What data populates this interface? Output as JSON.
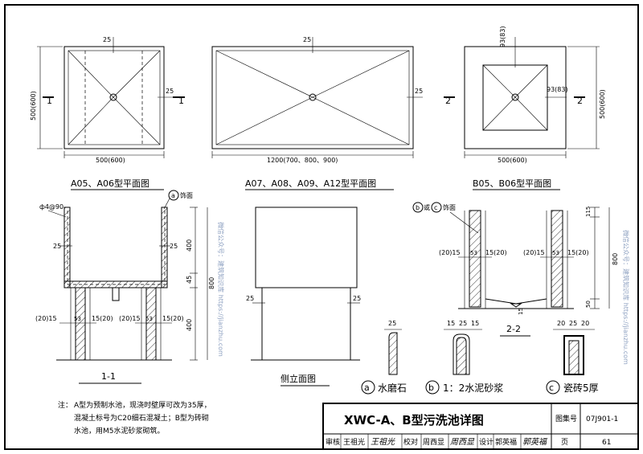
{
  "plans": {
    "a05": {
      "top_dim": "25",
      "right_dim": "25",
      "height_dim": "500(600)",
      "width_dim": "500(600)",
      "sec_left": "1",
      "sec_right": "1",
      "title": "A05、A06型平面图"
    },
    "a07": {
      "top_dim": "25",
      "right_dim": "25",
      "width_dim": "1200(700、800、900)",
      "title": "A07、A08、A09、A12型平面图"
    },
    "b05": {
      "top_dim": "93(83)",
      "right_dim": "93(83)",
      "height_dim": "500(600)",
      "width_dim": "500(600)",
      "sec_left": "2",
      "sec_right": "2",
      "title": "B05、B06型平面图"
    }
  },
  "section1": {
    "rebar": "ф4@90",
    "callout_letter": "a",
    "callout_text": "饰面",
    "wall_left": "25",
    "wall_right": "25",
    "dim_400_top": "400",
    "dim_45": "45",
    "dim_800": "800",
    "dim_400_bottom": "400",
    "leg_left_outer": "(20)15",
    "leg_left_53": "53",
    "leg_left_inner": "15(20)",
    "leg_right_outer": "(20)15",
    "leg_right_53": "53",
    "leg_right_inner": "15(20)",
    "title": "1-1"
  },
  "side": {
    "dim_left": "25",
    "dim_right": "25",
    "title": "侧立面图"
  },
  "section2": {
    "callout_b": "b",
    "callout_or": "或",
    "callout_c": "c",
    "callout_text": "饰面",
    "dim_115": "115",
    "dim_800": "800",
    "dim_50": "50",
    "dim_15": "15",
    "left_outer": "(20)15",
    "left_53": "53",
    "left_inner": "15(20)",
    "right_outer": "(20)15",
    "right_53": "53",
    "right_inner": "15(20)",
    "title": "2-2"
  },
  "details": {
    "a": {
      "letter": "a",
      "text": "水磨石",
      "dims": [
        "25"
      ]
    },
    "b": {
      "letter": "b",
      "text": "1：2水泥砂浆",
      "dims": [
        "15",
        "25",
        "15"
      ]
    },
    "c": {
      "letter": "c",
      "text": "瓷砖5厚",
      "dims": [
        "20",
        "25",
        "20"
      ]
    }
  },
  "note": {
    "label": "注：",
    "line1": "A型为预制水池，现浇时壁厚可改为35厚，",
    "line2": "混凝土标号为C20细石混凝土；B型为砖砌",
    "line3": "水池，用M5水泥砂浆砌筑。"
  },
  "titleblock": {
    "title": "XWC-A、B型污洗池详图",
    "atlas_label": "图集号",
    "atlas_value": "07J901-1",
    "review_label": "审核",
    "review_name": "王祖光",
    "review_sig": "王祖光",
    "check_label": "校对",
    "check_name": "周西显",
    "check_sig": "周西显",
    "design_label": "设计",
    "design_name": "郭英福",
    "design_sig": "郭英福",
    "page_label": "页",
    "page_value": "61"
  },
  "watermarks": [
    "微信公众号：建筑知识库 https://jianzhu.com",
    "微信公众号：建筑知识库 https://jianzhu.com"
  ]
}
